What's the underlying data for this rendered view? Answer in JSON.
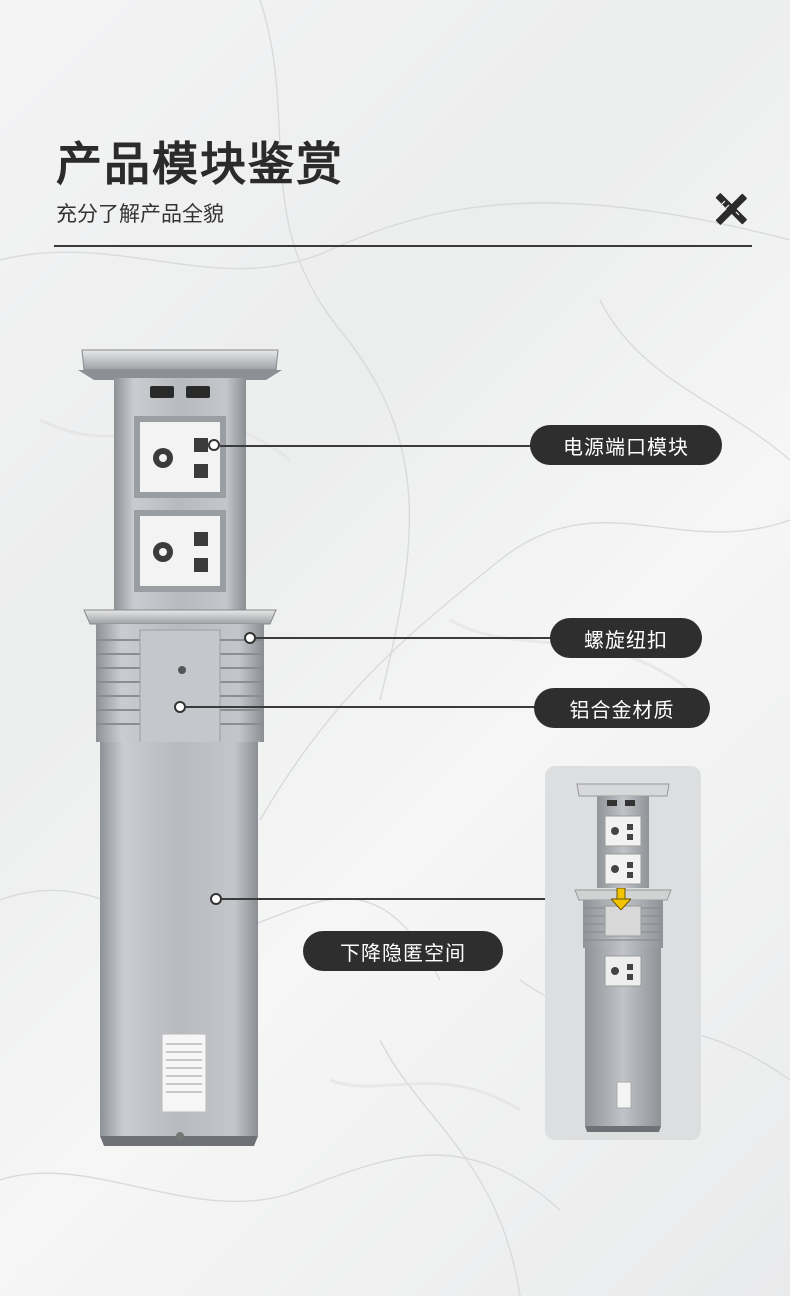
{
  "header": {
    "title": "产品模块鉴赏",
    "subtitle": "充分了解产品全貌",
    "icon": "pencil-ruler-icon"
  },
  "callouts": [
    {
      "label": "电源端口模块"
    },
    {
      "label": "螺旋纽扣"
    },
    {
      "label": "铝合金材质"
    },
    {
      "label": "下降隐匿空间"
    }
  ],
  "colors": {
    "pill_bg": "#2e2e2e",
    "pill_text": "#ffffff",
    "accent_arrow": "#f2c300",
    "body_silver": "#b9bcc0"
  }
}
